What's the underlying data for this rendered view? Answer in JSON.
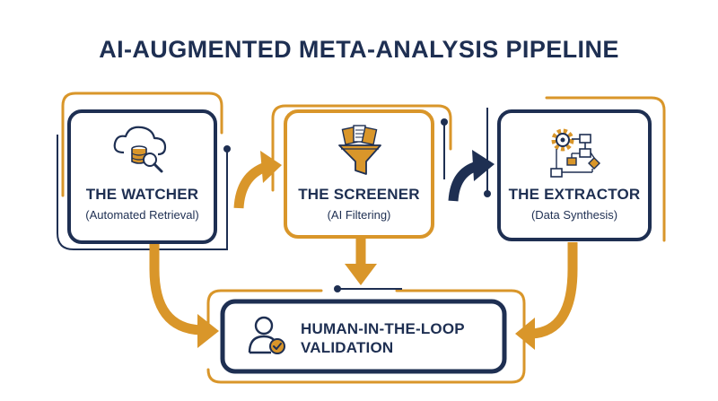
{
  "title": "AI-AUGMENTED META-ANALYSIS PIPELINE",
  "stages": [
    {
      "title": "THE WATCHER",
      "subtitle": "(Automated Retrieval)",
      "icon": "cloud-database-search-icon"
    },
    {
      "title": "THE SCREENER",
      "subtitle": "(AI Filtering)",
      "icon": "document-funnel-icon"
    },
    {
      "title": "THE EXTRACTOR",
      "subtitle": "(Data Synthesis)",
      "icon": "gear-flowchart-icon"
    }
  ],
  "human": {
    "line1": "HUMAN-IN-THE-LOOP",
    "line2": "VALIDATION",
    "icon": "user-check-icon"
  },
  "colors": {
    "navy": "#1e2f52",
    "gold": "#d9962a"
  }
}
